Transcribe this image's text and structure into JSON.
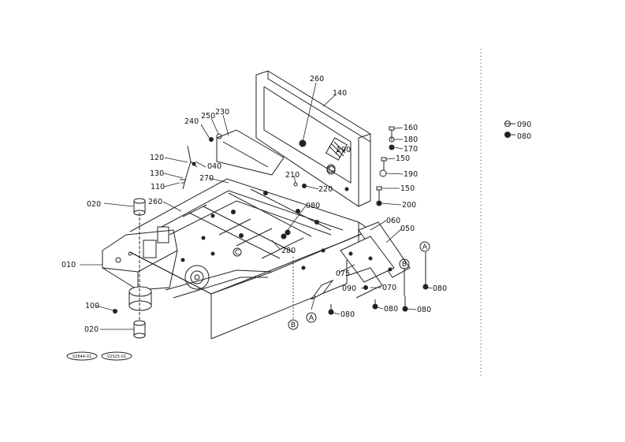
{
  "diagram": {
    "labels": {
      "p260a": "260",
      "p140": "140",
      "p240": "240",
      "p250": "250",
      "p230": "230",
      "p290": "290",
      "p160": "160",
      "p180": "180",
      "p170": "170",
      "p150a": "150",
      "p190": "190",
      "p150b": "150",
      "p200": "200",
      "p120": "120",
      "p040": "040",
      "p130": "130",
      "p270": "270",
      "p210": "210",
      "p220": "220",
      "p110": "110",
      "p020a": "020",
      "p260b": "260",
      "p080a": "080",
      "p060": "060",
      "p050": "050",
      "p280": "280",
      "p010": "010",
      "p075": "075",
      "p090a": "090",
      "p070": "070",
      "p080b": "080",
      "p100": "100",
      "p080c": "080",
      "p080d": "080",
      "p080e": "080",
      "p020b": "020"
    },
    "markers": {
      "c1": "C",
      "c2": "C",
      "a1": "A",
      "a2": "A",
      "b1": "B",
      "b2": "B"
    },
    "ref_notes": [
      "V2644-01",
      "V2525-01"
    ],
    "legend": [
      {
        "label": "090"
      },
      {
        "label": "080"
      }
    ]
  }
}
